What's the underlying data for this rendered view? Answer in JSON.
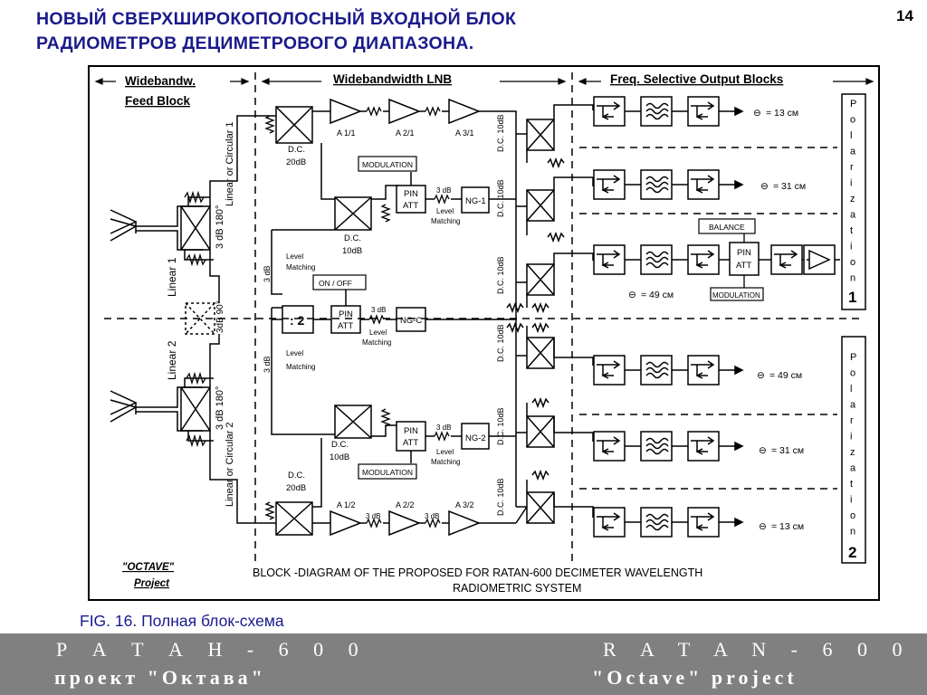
{
  "page": {
    "title_line1": "НОВЫЙ  СВЕРХШИРОКОПОЛОСНЫЙ  ВХОДНОЙ  БЛОК",
    "title_line2": "РАДИОМЕТРОВ  ДЕЦИМЕТРОВОГО  ДИАПАЗОНА.",
    "page_number": "14",
    "figure_caption": "FIG. 16.  Полная блок-схема"
  },
  "diagram": {
    "section_feed_line1": "Widebandw.",
    "section_feed_line2": "Feed Block",
    "section_lnb": "Widebandwidth  LNB",
    "section_output": "Freq. Selective Output Blocks",
    "linear_or_circular_1": "Linear  or  Circular 1",
    "linear_or_circular_2": "Linear  or  Circular  2",
    "hybrid_180": "3  dB  180°",
    "hybrid_90": "3dB  90°",
    "linear_1": "Linear  1",
    "linear_2": "Linear  2",
    "dc_20db": "D.C.",
    "dc_20db_value": "20dB",
    "dc_10db": "D.C.",
    "dc_10db_value": "10dB",
    "dc_vertical": "D.C.  10dB",
    "amp_top": [
      "A  1/1",
      "A  2/1",
      "A  3/1"
    ],
    "amp_bottom": [
      "A  1/2",
      "A  2/2",
      "A  3/2"
    ],
    "modulation": "MODULATION",
    "pin_att_line1": "PIN",
    "pin_att_line2": "ATT",
    "three_db": "3 dB",
    "level": "Level",
    "matching": "Matching",
    "ng1": "NG-1",
    "ng2": "NG-2",
    "ngc": "NG-C",
    "on_off": "ON  /  OFF",
    "divider": ": 2",
    "balance": "BALANCE",
    "wavelengths": [
      "= 13  см",
      "= 31  см",
      "= 49  см",
      "= 49  см",
      "= 31  см",
      "= 13  см"
    ],
    "polarization_letters": [
      "P",
      "o",
      "l",
      "a",
      "r",
      "i",
      "z",
      "a",
      "t",
      "i",
      "o",
      "n"
    ],
    "polarization_1": "1",
    "polarization_2": "2",
    "octave_project_line1": "\"OCTAVE\"",
    "octave_project_line2": "Project",
    "caption_line1": "BLOCK -DIAGRAM  OF THE  PROPOSED  FOR  RATAN-600  DECIMETER  WAVELENGTH",
    "caption_line2": "RADIOMETRIC     SYSTEM"
  },
  "footer": {
    "left_top": "Р А Т А Н - 6 0 0",
    "left_bottom": "проект \"Октава\"",
    "right_top": "R A T A N - 6 0 0",
    "right_bottom": "\"Octave\" project"
  }
}
